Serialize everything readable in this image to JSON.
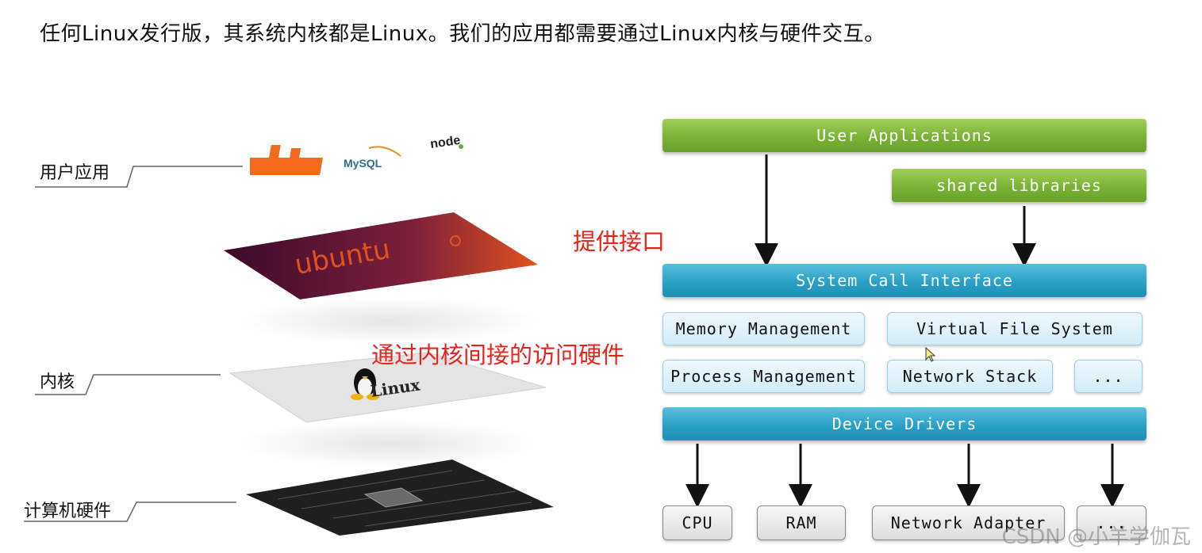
{
  "heading": "任何Linux发行版，其系统内核都是Linux。我们的应用都需要通过Linux内核与硬件交互。",
  "left": {
    "labels": {
      "user_apps": "用户应用",
      "kernel": "内核",
      "hardware": "计算机硬件"
    },
    "notes": {
      "provide_interface": "提供接口",
      "via_kernel": "通过内核间接的访问硬件"
    },
    "logos": {
      "mysql": "MySQL",
      "node": "node",
      "ubuntu": "ubuntu",
      "linux": "Linux"
    }
  },
  "diagram": {
    "user_applications": "User Applications",
    "shared_libraries": "shared libraries",
    "system_call_interface": "System Call Interface",
    "memory_management": "Memory Management",
    "virtual_file_system": "Virtual File System",
    "process_management": "Process Management",
    "network_stack": "Network Stack",
    "more_subsystems": "...",
    "device_drivers": "Device Drivers",
    "hardware": [
      "CPU",
      "RAM",
      "Network Adapter",
      "..."
    ]
  },
  "watermark": "CSDN @小羊学伽瓦",
  "colors": {
    "green_bar": "#7ab236",
    "blue_bar": "#2aa0c7",
    "red_note": "#e8231c"
  }
}
